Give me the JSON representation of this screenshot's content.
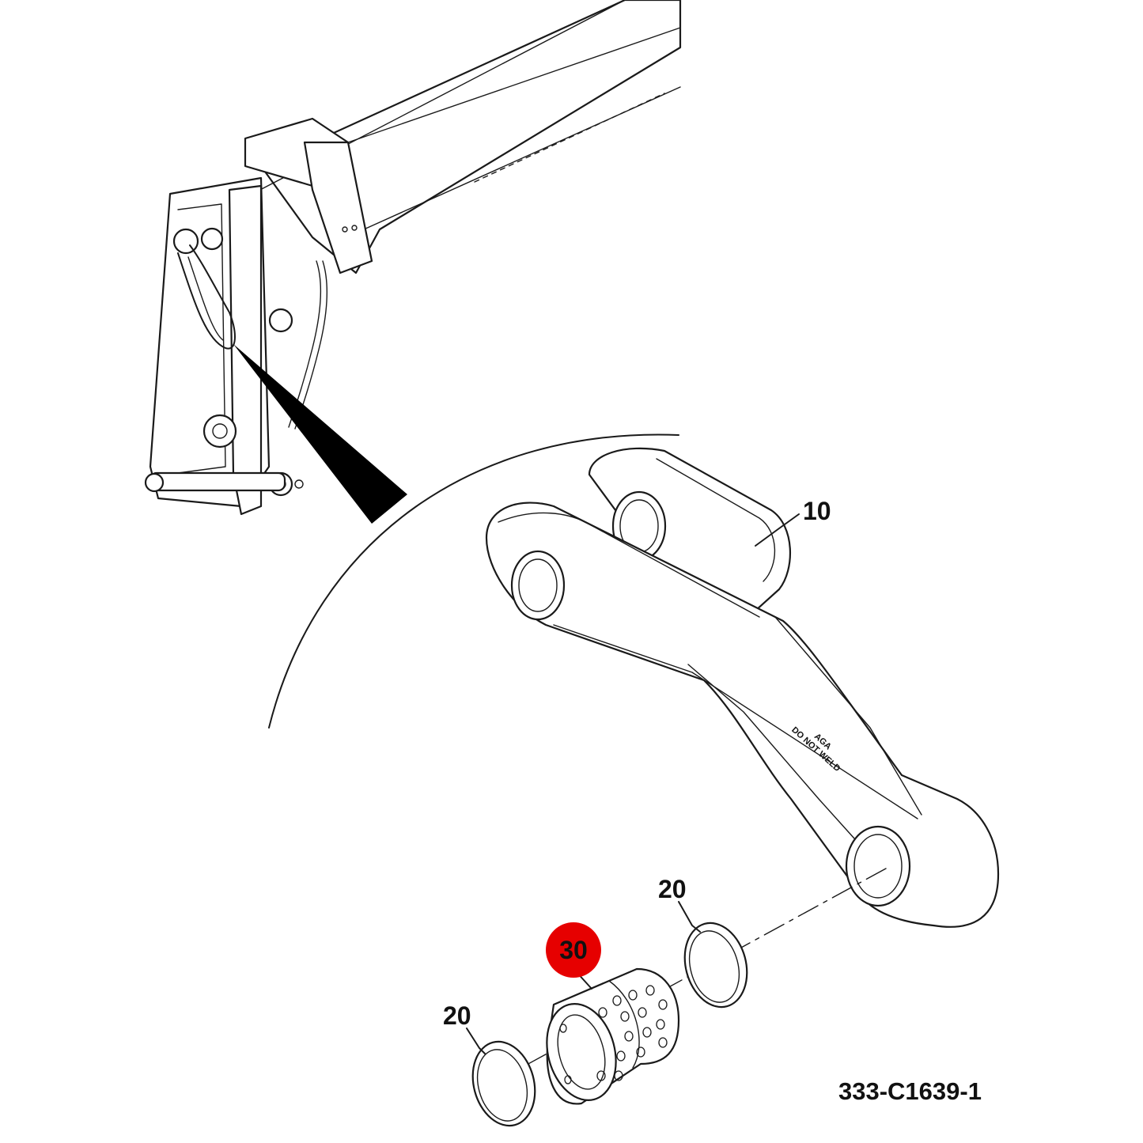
{
  "callouts": {
    "link": "10",
    "seal_upper": "20",
    "bushing": "30",
    "seal_lower": "20"
  },
  "stamp": {
    "line1": "AGA",
    "line2": "DO NOT WELD"
  },
  "drawing_number": "333-C1639-1",
  "colors": {
    "highlight": "#e60000",
    "line": "#1a1a1a",
    "background": "#ffffff"
  }
}
